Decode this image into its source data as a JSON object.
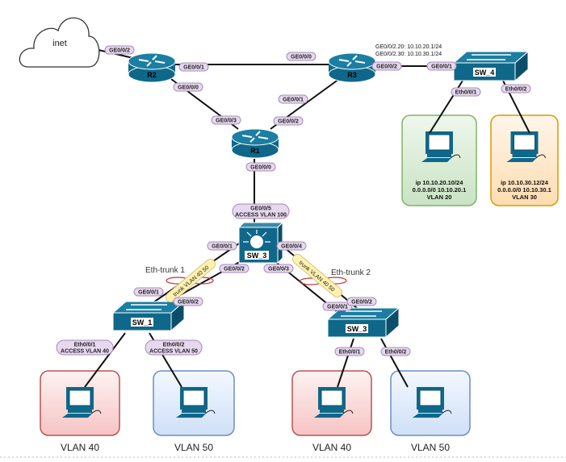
{
  "cloud": {
    "label": "inet"
  },
  "devices": {
    "r1": "R1",
    "r2": "R2",
    "r3": "R3",
    "sw_core": "SW_3",
    "sw1": "SW_1",
    "sw3": "SW_3",
    "sw4": "SW_4"
  },
  "ports": {
    "r2_cloud": "GE0/0/2",
    "r2_r3": "GE0/0/1",
    "r2_r1": "GE0/0/0",
    "r1_r2": "GE0/0/3",
    "r3_r2": "GE0/0/0",
    "r3_r1": "GE0/0/1",
    "r1_r3": "GE0/0/2",
    "r1_down": "GE0/0/0",
    "core_up": "GE0/0/5",
    "core_up_mode": "ACCESS VLAN 100",
    "r3_sw4": "GE0/0/2",
    "sw4_r3": "GE0/0/1",
    "sw4_e1": "Eth0/0/1",
    "sw4_e2": "Eth0/0/2",
    "core_p1": "GE0/0/1",
    "core_p2": "GE0/0/2",
    "core_p3": "GE0/0/3",
    "core_p4": "GE0/0/4",
    "sw1_p1": "GE0/0/1",
    "sw1_p2": "GE0/0/2",
    "sw3_p1": "GE0/0/1",
    "sw3_p2": "GE0/0/2",
    "sw1_e1": "Eth0/0/1",
    "sw1_e1_mode": "ACCESS VLAN 40",
    "sw1_e2": "Eth0/0/2",
    "sw1_e2_mode": "ACCESS VLAN 50",
    "sw3_e1": "Eth0/0/1",
    "sw3_e2": "Eth0/0/2"
  },
  "r3_subifs": [
    "GE0/0/2.20: 10.10.20.1/24",
    "GE0/0/2.30: 10.10.30.1/24"
  ],
  "trunks": {
    "t1_name": "Eth-trunk 1",
    "t2_name": "Eth-trunk 2",
    "t1_label": "trunk VLAN 40 50",
    "t2_label": "trunk VLAN 40 50"
  },
  "pcs": [
    {
      "lines": [
        "ip 10.10.20.10/24",
        "0.0.0.0/0 10.10.20.1",
        "VLAN 20"
      ],
      "color": "#d5e8d4"
    },
    {
      "lines": [
        "ip 10.10.30.12/24",
        "0.0.0.0/0 10.10.30.1",
        "VLAN 30"
      ],
      "color": "#ffe6cc"
    },
    {
      "label": "VLAN 40",
      "color": "#f8cecc"
    },
    {
      "label": "VLAN 50",
      "color": "#dae8fc"
    },
    {
      "label": "VLAN 40",
      "color": "#f8cecc"
    },
    {
      "label": "VLAN 50",
      "color": "#dae8fc"
    }
  ],
  "colors": {
    "device": "#0f6889",
    "pill": "#e6d8ee",
    "trunk_pill": "#fff2b0",
    "lag_ring": "#c0303a"
  }
}
